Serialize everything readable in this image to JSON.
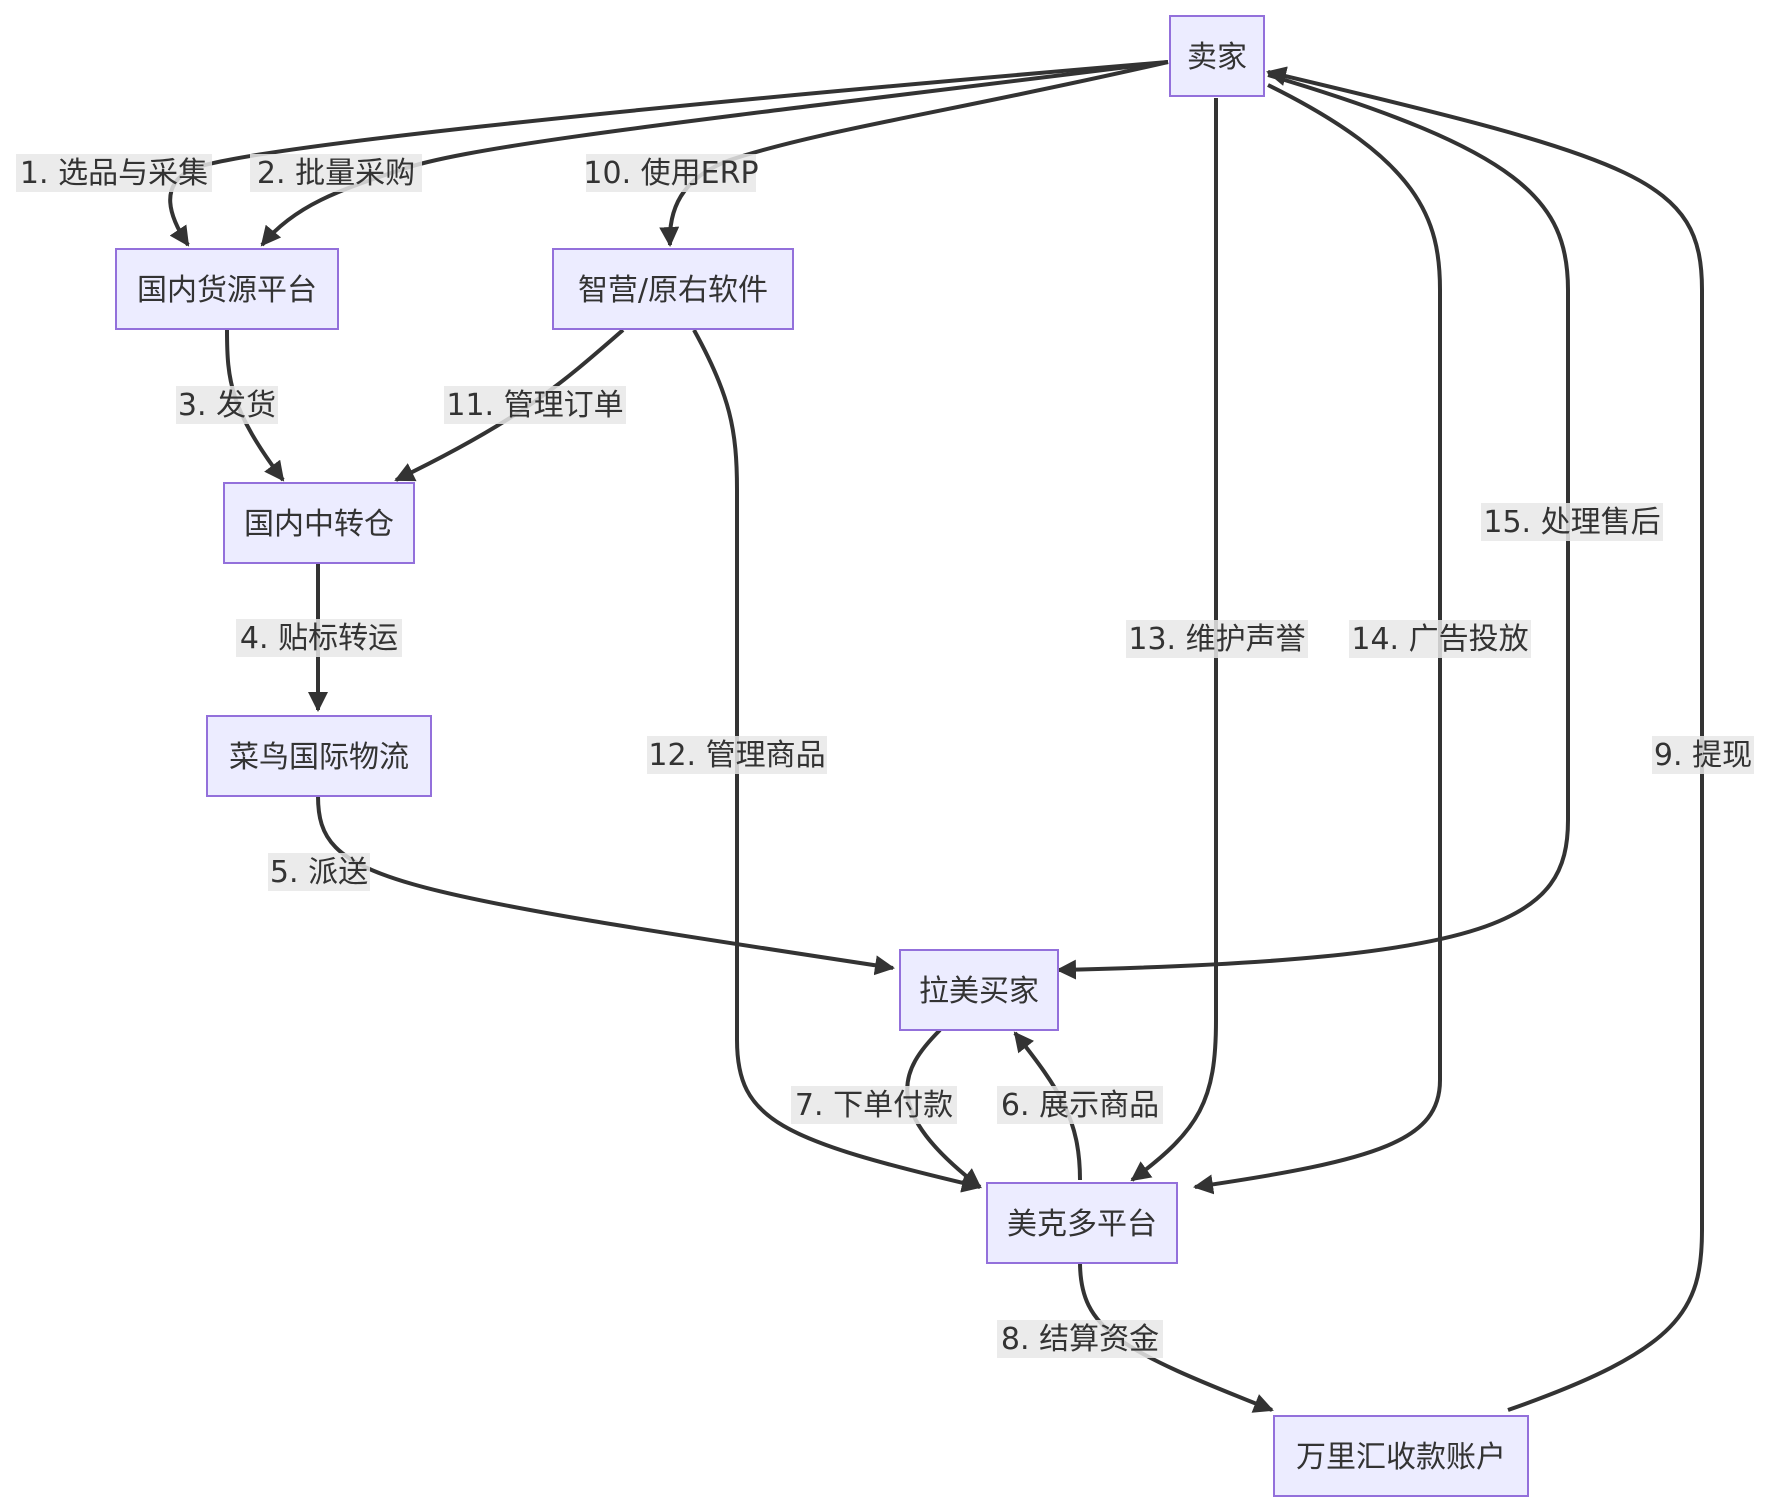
{
  "nodes": {
    "seller": "卖家",
    "sourcing_platform": "国内货源平台",
    "erp_software": "智营/原右软件",
    "transit_warehouse": "国内中转仓",
    "cainiao_logistics": "菜鸟国际物流",
    "latam_buyer": "拉美买家",
    "mercado_platform": "美克多平台",
    "wanlihui_account": "万里汇收款账户"
  },
  "edges": {
    "e1": "1. 选品与采集",
    "e2": "2. 批量采购",
    "e3": "3. 发货",
    "e4": "4. 贴标转运",
    "e5": "5. 派送",
    "e6": "6. 展示商品",
    "e7": "7. 下单付款",
    "e8": "8. 结算资金",
    "e9": "9. 提现",
    "e10": "10. 使用ERP",
    "e11": "11. 管理订单",
    "e12": "12. 管理商品",
    "e13": "13. 维护声誉",
    "e14": "14. 广告投放",
    "e15": "15. 处理售后"
  },
  "colors": {
    "node_fill": "#ECECFF",
    "node_stroke": "#9370DB",
    "edge": "#333333",
    "label_bg": "#E8E8E8",
    "text": "#333333"
  }
}
